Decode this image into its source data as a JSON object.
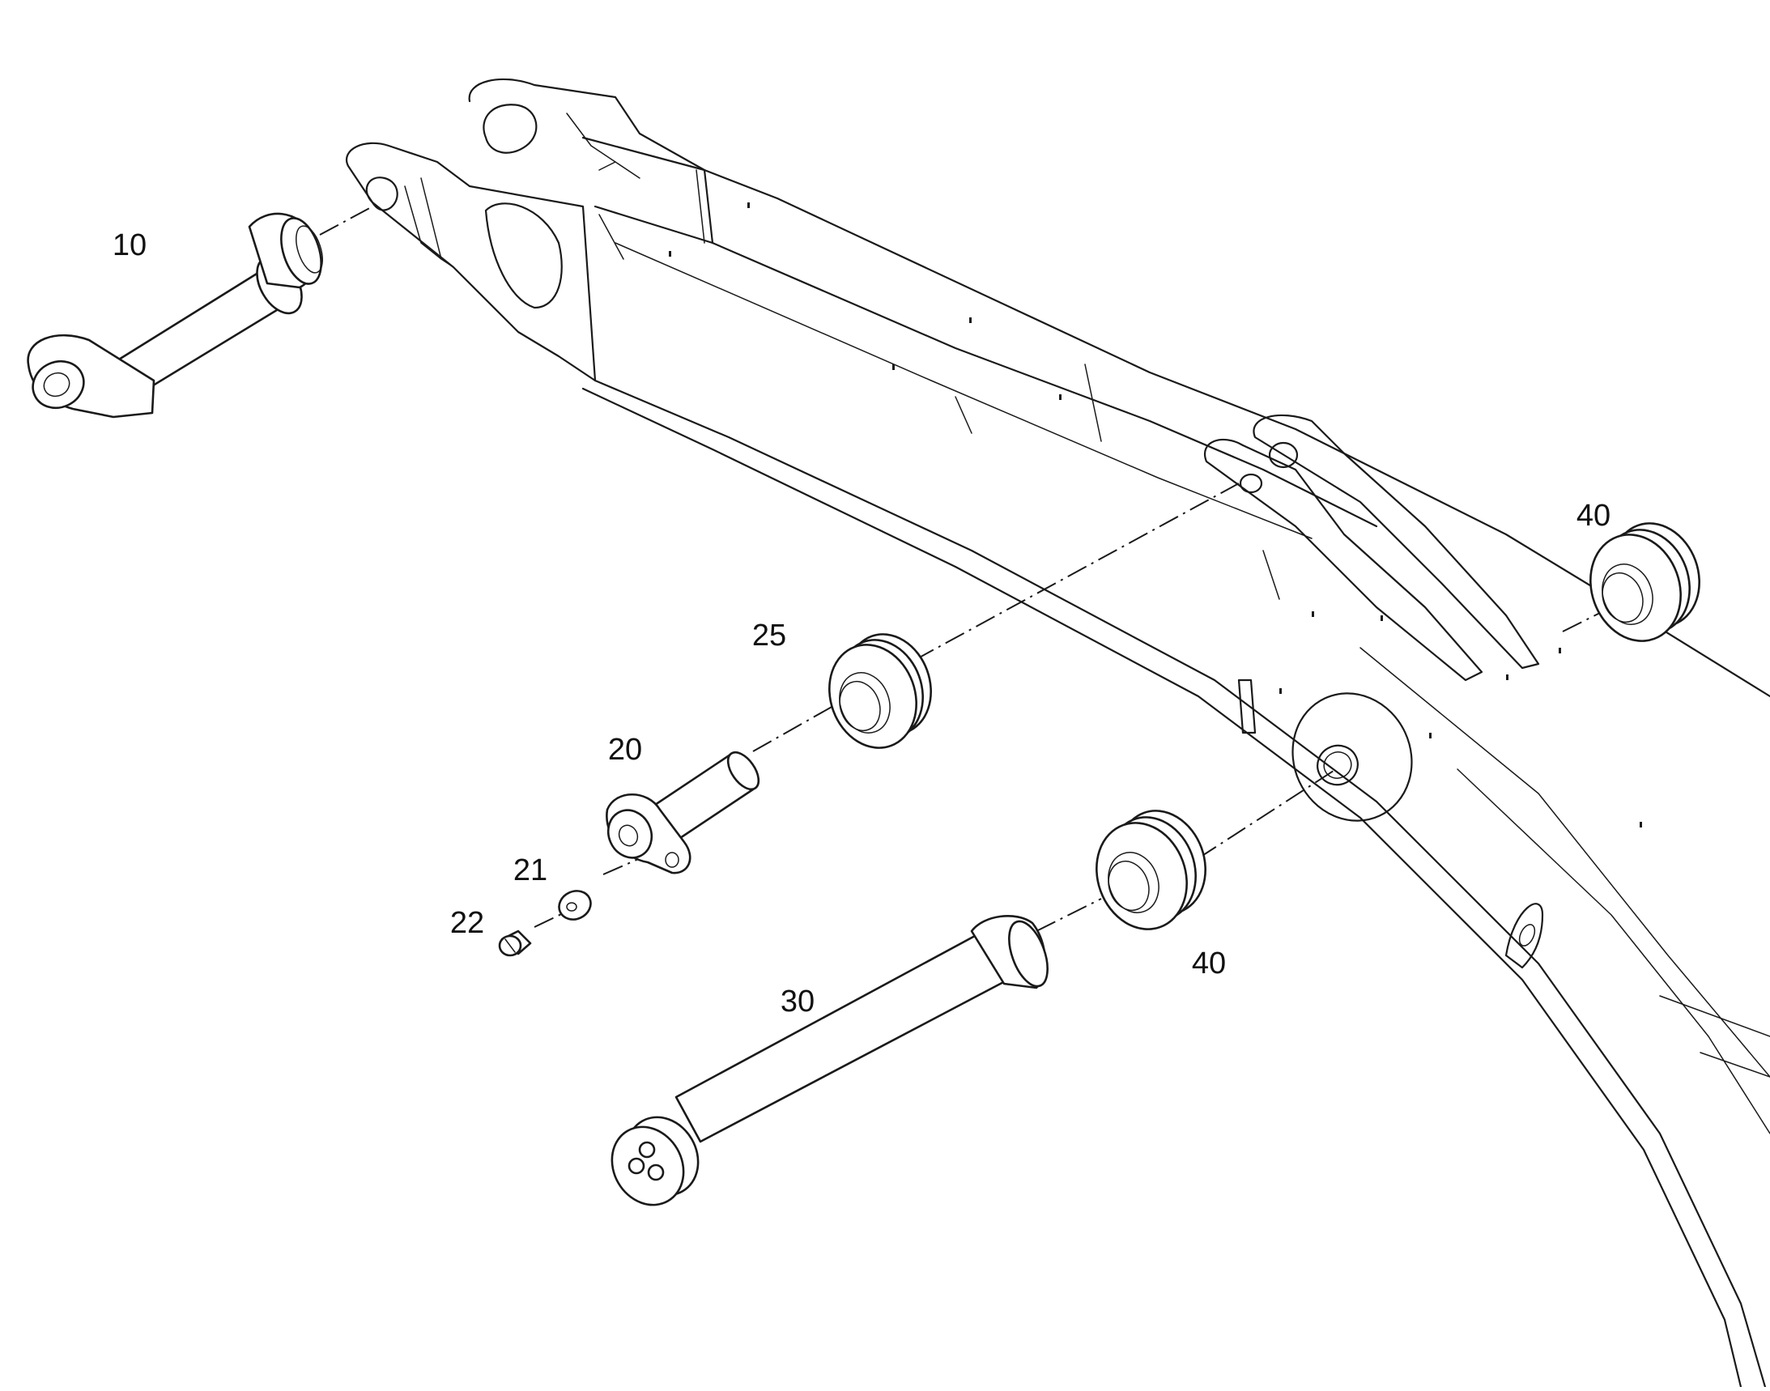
{
  "diagram": {
    "callouts": [
      {
        "id": "c10",
        "label": "10"
      },
      {
        "id": "c20",
        "label": "20"
      },
      {
        "id": "c21",
        "label": "21"
      },
      {
        "id": "c22",
        "label": "22"
      },
      {
        "id": "c25",
        "label": "25"
      },
      {
        "id": "c30",
        "label": "30"
      },
      {
        "id": "c40a",
        "label": "40"
      },
      {
        "id": "c40b",
        "label": "40"
      }
    ]
  }
}
